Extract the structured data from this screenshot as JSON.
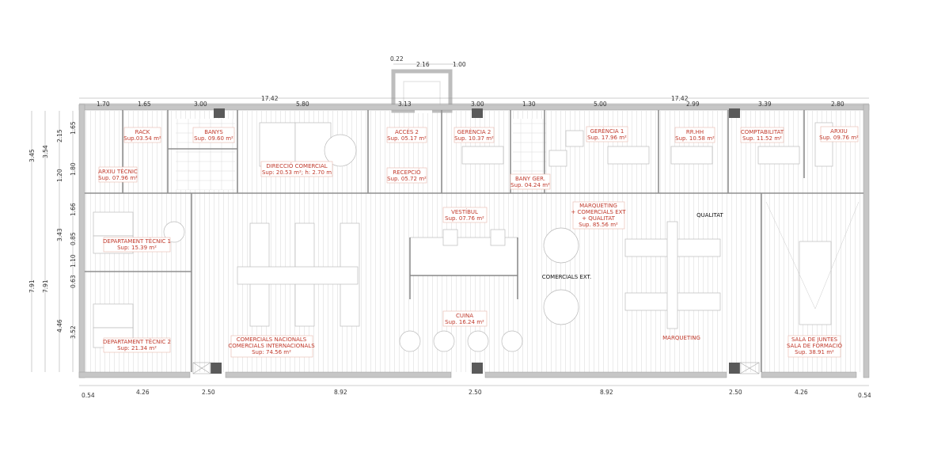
{
  "plan": {
    "top_dims_outer": [
      "17.42",
      "17.42"
    ],
    "top_dims": [
      "1.70",
      "1.65",
      "3.00",
      "5.80",
      "3.13",
      "3.00",
      "1.30",
      "5.00",
      "2.99",
      "3.39",
      "2.80"
    ],
    "entrance_dims": [
      "0.22",
      "2.16",
      "1.00"
    ],
    "bottom_dims": [
      "0.54",
      "4.26",
      "2.50",
      "8.92",
      "2.50",
      "8.92",
      "2.50",
      "4.26",
      "0.54"
    ],
    "left_dims_outer": [
      "3.45",
      "7.91"
    ],
    "left_dims_second": [
      "3.54",
      "7.91"
    ],
    "left_dims_third": [
      "2.15",
      "1.20",
      "3.43",
      "4.46"
    ],
    "left_dims_inner": [
      "1.65",
      "1.80",
      "1.66",
      "0.85",
      "1.10",
      "0.63",
      "3.52"
    ]
  },
  "rooms": [
    {
      "name": "RACK",
      "area": "Sup.03.54 m²"
    },
    {
      "name": "BANYS",
      "area": "Sup. 09.60 m²"
    },
    {
      "name": "ARXIU TÈCNIC",
      "area": "Sup. 07.96 m²"
    },
    {
      "name": "DIRECCIÓ COMERCIAL",
      "area": "Sup: 20.53 m²; h: 2.70 m"
    },
    {
      "name": "ACCÉS 2",
      "area": "Sup. 05.17 m²"
    },
    {
      "name": "RECEPCIÓ",
      "area": "Sup. 05.72 m²"
    },
    {
      "name": "GERÈNCIA 2",
      "area": "Sup. 10.37 m²"
    },
    {
      "name": "BANY GER.",
      "area": "Sup. 04.24 m²"
    },
    {
      "name": "GERÈNCIA 1",
      "area": "Sup. 17.96 m²"
    },
    {
      "name": "RR.HH",
      "area": "Sup. 10.58 m²"
    },
    {
      "name": "COMPTABILITAT",
      "area": "Sup. 11.52 m²"
    },
    {
      "name": "ARXIU",
      "area": "Sup. 09.76 m²"
    },
    {
      "name": "DEPARTAMENT TÈCNIC 1",
      "area": "Sup: 15.39 m²"
    },
    {
      "name": "DEPARTAMENT TÈCNIC 2",
      "area": "Sup: 21.34 m²"
    },
    {
      "name": "COMERCIALS NACIONALS",
      "name2": "COMERCIALS INTERNACIONALS",
      "area": "Sup: 74.56 m²"
    },
    {
      "name": "VESTÍBUL",
      "area": "Sup. 07.76 m²"
    },
    {
      "name": "CUINA",
      "area": "Sup. 16.24 m²"
    },
    {
      "name": "MARQUETING",
      "name2": "+ COMERCIALS EXT",
      "name3": "+ QUALITAT",
      "area": "Sup. 85.56 m²"
    },
    {
      "name": "SALA DE JUNTES",
      "name2": "SALA DE FORMACIÓ",
      "area": "Sup. 38.91 m²"
    }
  ],
  "zone_labels": {
    "qualitat": "QUALITAT",
    "comercials_ext": "COMERCIALS EXT.",
    "marqueting": "MARQUETING"
  },
  "colors": {
    "label": "#c0392b",
    "wall": "#bdbdbd",
    "column": "#555555",
    "line": "#9a9a9a"
  }
}
